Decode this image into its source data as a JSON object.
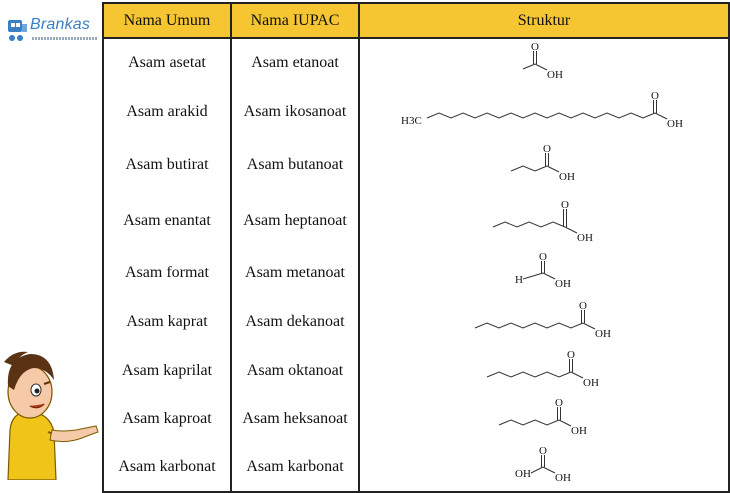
{
  "logo": {
    "text": "Brankas",
    "icon": "brankas-logo-icon"
  },
  "table": {
    "headers": [
      "Nama Umum",
      "Nama IUPAC",
      "Struktur"
    ],
    "rows": [
      {
        "common": "Asam asetat",
        "iupac": "Asam etanoat",
        "structure": {
          "carbons": 2,
          "label_left": ""
        }
      },
      {
        "common": "Asam arakid",
        "iupac": "Asam ikosanoat",
        "structure": {
          "carbons": 20,
          "label_left": "H3C"
        }
      },
      {
        "common": "Asam butirat",
        "iupac": "Asam butanoat",
        "structure": {
          "carbons": 4,
          "label_left": ""
        }
      },
      {
        "common": "Asam enantat",
        "iupac": "Asam heptanoat",
        "structure": {
          "carbons": 7,
          "label_left": ""
        }
      },
      {
        "common": "Asam format",
        "iupac": "Asam metanoat",
        "structure": {
          "carbons": 1,
          "label_left": "H"
        }
      },
      {
        "common": "Asam kaprat",
        "iupac": "Asam dekanoat",
        "structure": {
          "carbons": 10,
          "label_left": ""
        }
      },
      {
        "common": "Asam kaprilat",
        "iupac": "Asam oktanoat",
        "structure": {
          "carbons": 8,
          "label_left": ""
        }
      },
      {
        "common": "Asam kaproat",
        "iupac": "Asam heksanoat",
        "structure": {
          "carbons": 6,
          "label_left": ""
        }
      },
      {
        "common": "Asam karbonat",
        "iupac": "Asam karbonat",
        "structure": {
          "carbons": 1,
          "label_left": "OH"
        }
      }
    ],
    "atom_labels": {
      "oxygen": "O",
      "hydroxyl": "OH"
    }
  },
  "colors": {
    "header_bg": "#f5c532",
    "border": "#222222",
    "logo": "#3a7fc4"
  }
}
